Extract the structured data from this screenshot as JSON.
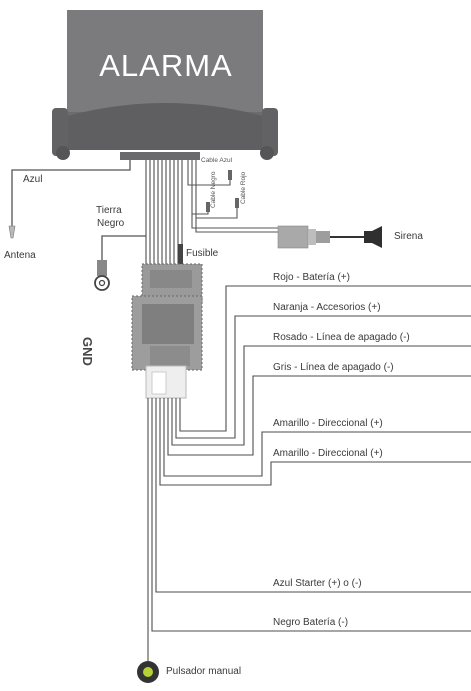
{
  "module": {
    "title": "ALARMA"
  },
  "labels": {
    "cable_azul": "Cable Azul",
    "cable_negro": "Cable Negro",
    "cable_rojo": "Cable Rojo",
    "azul": "Azul",
    "antena": "Antena",
    "tierra": "Tierra",
    "negro": "Negro",
    "fusible": "Fusible",
    "gnd": "GND",
    "sirena": "Sirena",
    "pulsador": "Pulsador manual"
  },
  "wires": [
    "Rojo - Batería (+)",
    "Naranja - Accesorios (+)",
    "Rosado  -  Línea de apagado (-)",
    "Gris -  Línea de apagado (-)",
    "Amarillo  - Direccional (+)",
    "Amarillo  -  Direccional (+)",
    "Azul Starter (+) o (-)",
    "Negro Batería (-)"
  ],
  "colors": {
    "module": "#7b7b7d",
    "module_dark": "#5e5e60",
    "wire": "#555555",
    "connector": "#9a9a9a",
    "button_ring": "#333333",
    "button_center": "#b5d334"
  }
}
